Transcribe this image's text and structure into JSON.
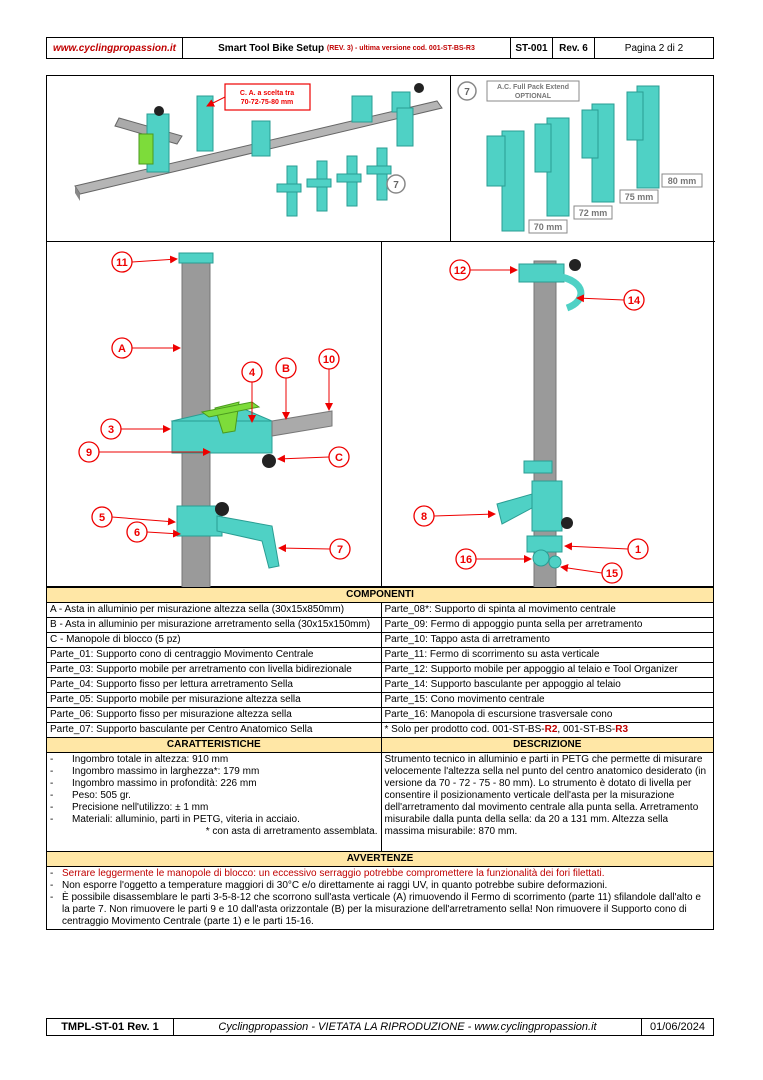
{
  "header": {
    "site": "www.cyclingpropassion.it",
    "title": "Smart Tool Bike Setup",
    "title_rev": "(REV. 3) - ultima versione cod. 001-ST-BS-",
    "title_rev_red": "R3",
    "code": "ST-001",
    "rev": "Rev. 6",
    "page": "Pagina 2 di 2"
  },
  "figure": {
    "callout_ca": "C. A. a scelta tra 70-72-75-80 mm",
    "callout_ac_1": "A.C. Full Pack Extend",
    "callout_ac_2": "OPTIONAL",
    "sizes": [
      "70 mm",
      "72 mm",
      "75 mm",
      "80 mm"
    ],
    "labels_left": [
      "11",
      "A",
      "4",
      "B",
      "10",
      "3",
      "9",
      "C",
      "5",
      "6",
      "7"
    ],
    "labels_right": [
      "12",
      "14",
      "8",
      "1",
      "16",
      "15"
    ],
    "label_7a": "7",
    "label_7b": "7"
  },
  "components": {
    "title": "COMPONENTI",
    "rows": [
      [
        "A - Asta in alluminio per misurazione altezza sella (30x15x850mm)",
        "Parte_08*: Supporto di spinta al movimento centrale"
      ],
      [
        "B - Asta in alluminio per misurazione arretramento sella (30x15x150mm)",
        "Parte_09: Fermo di appoggio punta sella per arretramento"
      ],
      [
        "C - Manopole di blocco (5 pz)",
        "Parte_10: Tappo asta di arretramento"
      ],
      [
        "Parte_01: Supporto cono di centraggio Movimento Centrale",
        "Parte_11: Fermo di scorrimento su asta verticale"
      ],
      [
        "Parte_03: Supporto mobile per arretramento con livella bidirezionale",
        "Parte_12: Supporto mobile per appoggio al telaio e Tool Organizer"
      ],
      [
        "Parte_04: Supporto fisso per lettura arretramento Sella",
        "Parte_14: Supporto basculante per appoggio al telaio"
      ],
      [
        "Parte_05: Supporto mobile per misurazione altezza sella",
        "Parte_15: Cono movimento centrale"
      ],
      [
        "Parte_06: Supporto fisso per misurazione altezza sella",
        "Parte_16: Manopola di escursione trasversale cono"
      ]
    ],
    "last_left": "Parte_07: Supporto basculante per Centro Anatomico Sella",
    "last_right_a": "* Solo per prodotto cod. 001-ST-BS-",
    "last_right_b": "R2",
    "last_right_c": ", 001-ST-BS-",
    "last_right_d": "R3"
  },
  "characteristics": {
    "title": "CARATTERISTICHE",
    "items": [
      "Ingombro totale in altezza: 910 mm",
      "Ingombro massimo in larghezza*: 179 mm",
      "Ingombro massimo in profondità: 226 mm",
      "Peso: 505 gr.",
      "Precisione nell'utilizzo: ± 1 mm",
      "Materiali: alluminio, parti in PETG, viteria in acciaio."
    ],
    "note": "* con asta di arretramento assemblata."
  },
  "description": {
    "title": "DESCRIZIONE",
    "text": "Strumento tecnico in alluminio e parti in PETG che permette di misurare velocemente l'altezza sella nel punto del centro anatomico desiderato (in versione da 70 - 72 - 75 - 80 mm). Lo strumento è dotato di livella per consentire il posizionamento verticale dell'asta per la misurazione dell'arretramento dal movimento centrale alla punta sella. Arretramento misurabile dalla punta della sella: da 20 a 131 mm. Altezza sella massima misurabile: 870 mm."
  },
  "warnings": {
    "title": "AVVERTENZE",
    "items": [
      "Serrare leggermente le manopole di blocco: un eccessivo serraggio potrebbe compromettere la funzionalità dei fori filettati.",
      "Non esporre l'oggetto a temperature maggiori di 30°C e/o direttamente ai raggi UV, in quanto potrebbe subire deformazioni.",
      "È possibile disassemblare le parti 3-5-8-12 che scorrono sull'asta verticale (A) rimuovendo il Fermo di scorrimento (parte 11) sfilandole dall'alto e la parte 7. Non rimuovere le parti 9 e 10 dall'asta orizzontale (B) per la misurazione dell'arretramento sella! Non rimuovere il Supporto cono di centraggio Movimento Centrale (parte 1) e le parti 15-16."
    ]
  },
  "footer": {
    "template": "TMPL-ST-01 Rev. 1",
    "notice": "Cyclingpropassion - VIETATA LA RIPRODUZIONE - www.cyclingpropassion.it",
    "date": "01/06/2024"
  },
  "colors": {
    "accent_red": "#c00000",
    "header_fill": "#ffe7a6",
    "part_teal": "#4fd1c5",
    "part_green": "#7ddc3a",
    "rod_grey": "#9a9a9a"
  }
}
